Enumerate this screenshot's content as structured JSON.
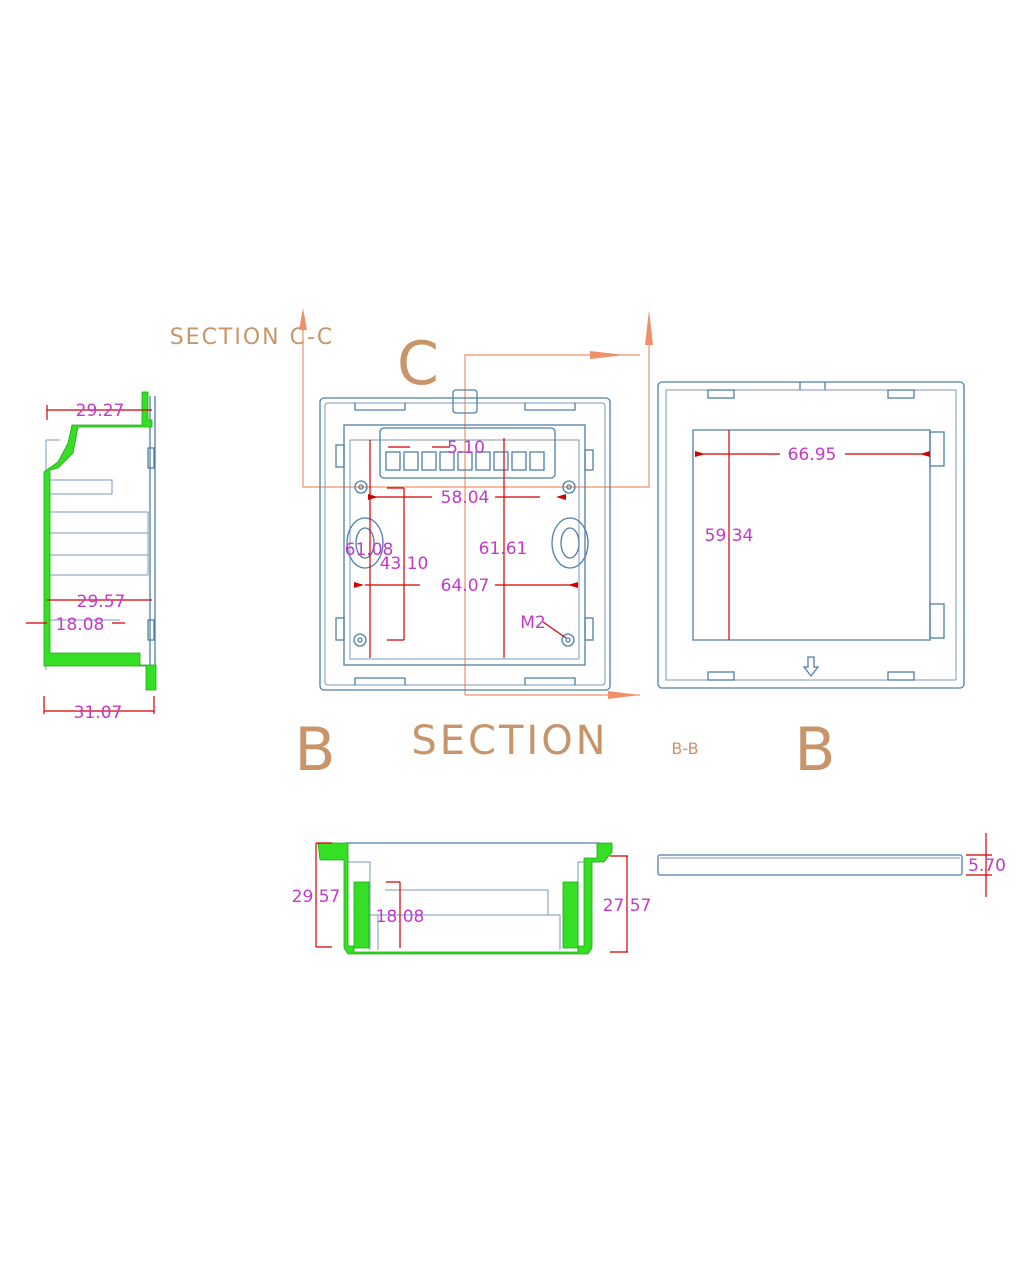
{
  "labels": {
    "section_c": "SECTION C-C",
    "c_marker": "C",
    "section_b": "SECTION",
    "section_b_suffix": "B-B",
    "b_marker_left": "B",
    "b_marker_right": "B"
  },
  "side_section": {
    "dims": [
      "29.27",
      "29.57",
      "18.08",
      "31.07"
    ]
  },
  "front_view": {
    "dims": {
      "pitch": "5.10",
      "hole_span_x": "58.04",
      "hole_span_y": "61.08",
      "inner_height": "43.10",
      "overall_height": "61.61",
      "overall_width": "64.07"
    },
    "screw_label": "M2"
  },
  "lid_view": {
    "dims": {
      "window_width": "66.95",
      "window_height": "59.34"
    }
  },
  "bottom_section": {
    "dims": {
      "outer_depth": "29.57",
      "inner_depth": "18.08",
      "wall_depth": "27.57"
    }
  },
  "plate_view": {
    "dims": {
      "thickness": "5.70"
    }
  },
  "colors": {
    "outline": "#4f7fa8",
    "dimension_line": "#d40000",
    "dimension_text": "#c23ac8",
    "section_line": "#f0906a",
    "hatch": "#35e024"
  }
}
